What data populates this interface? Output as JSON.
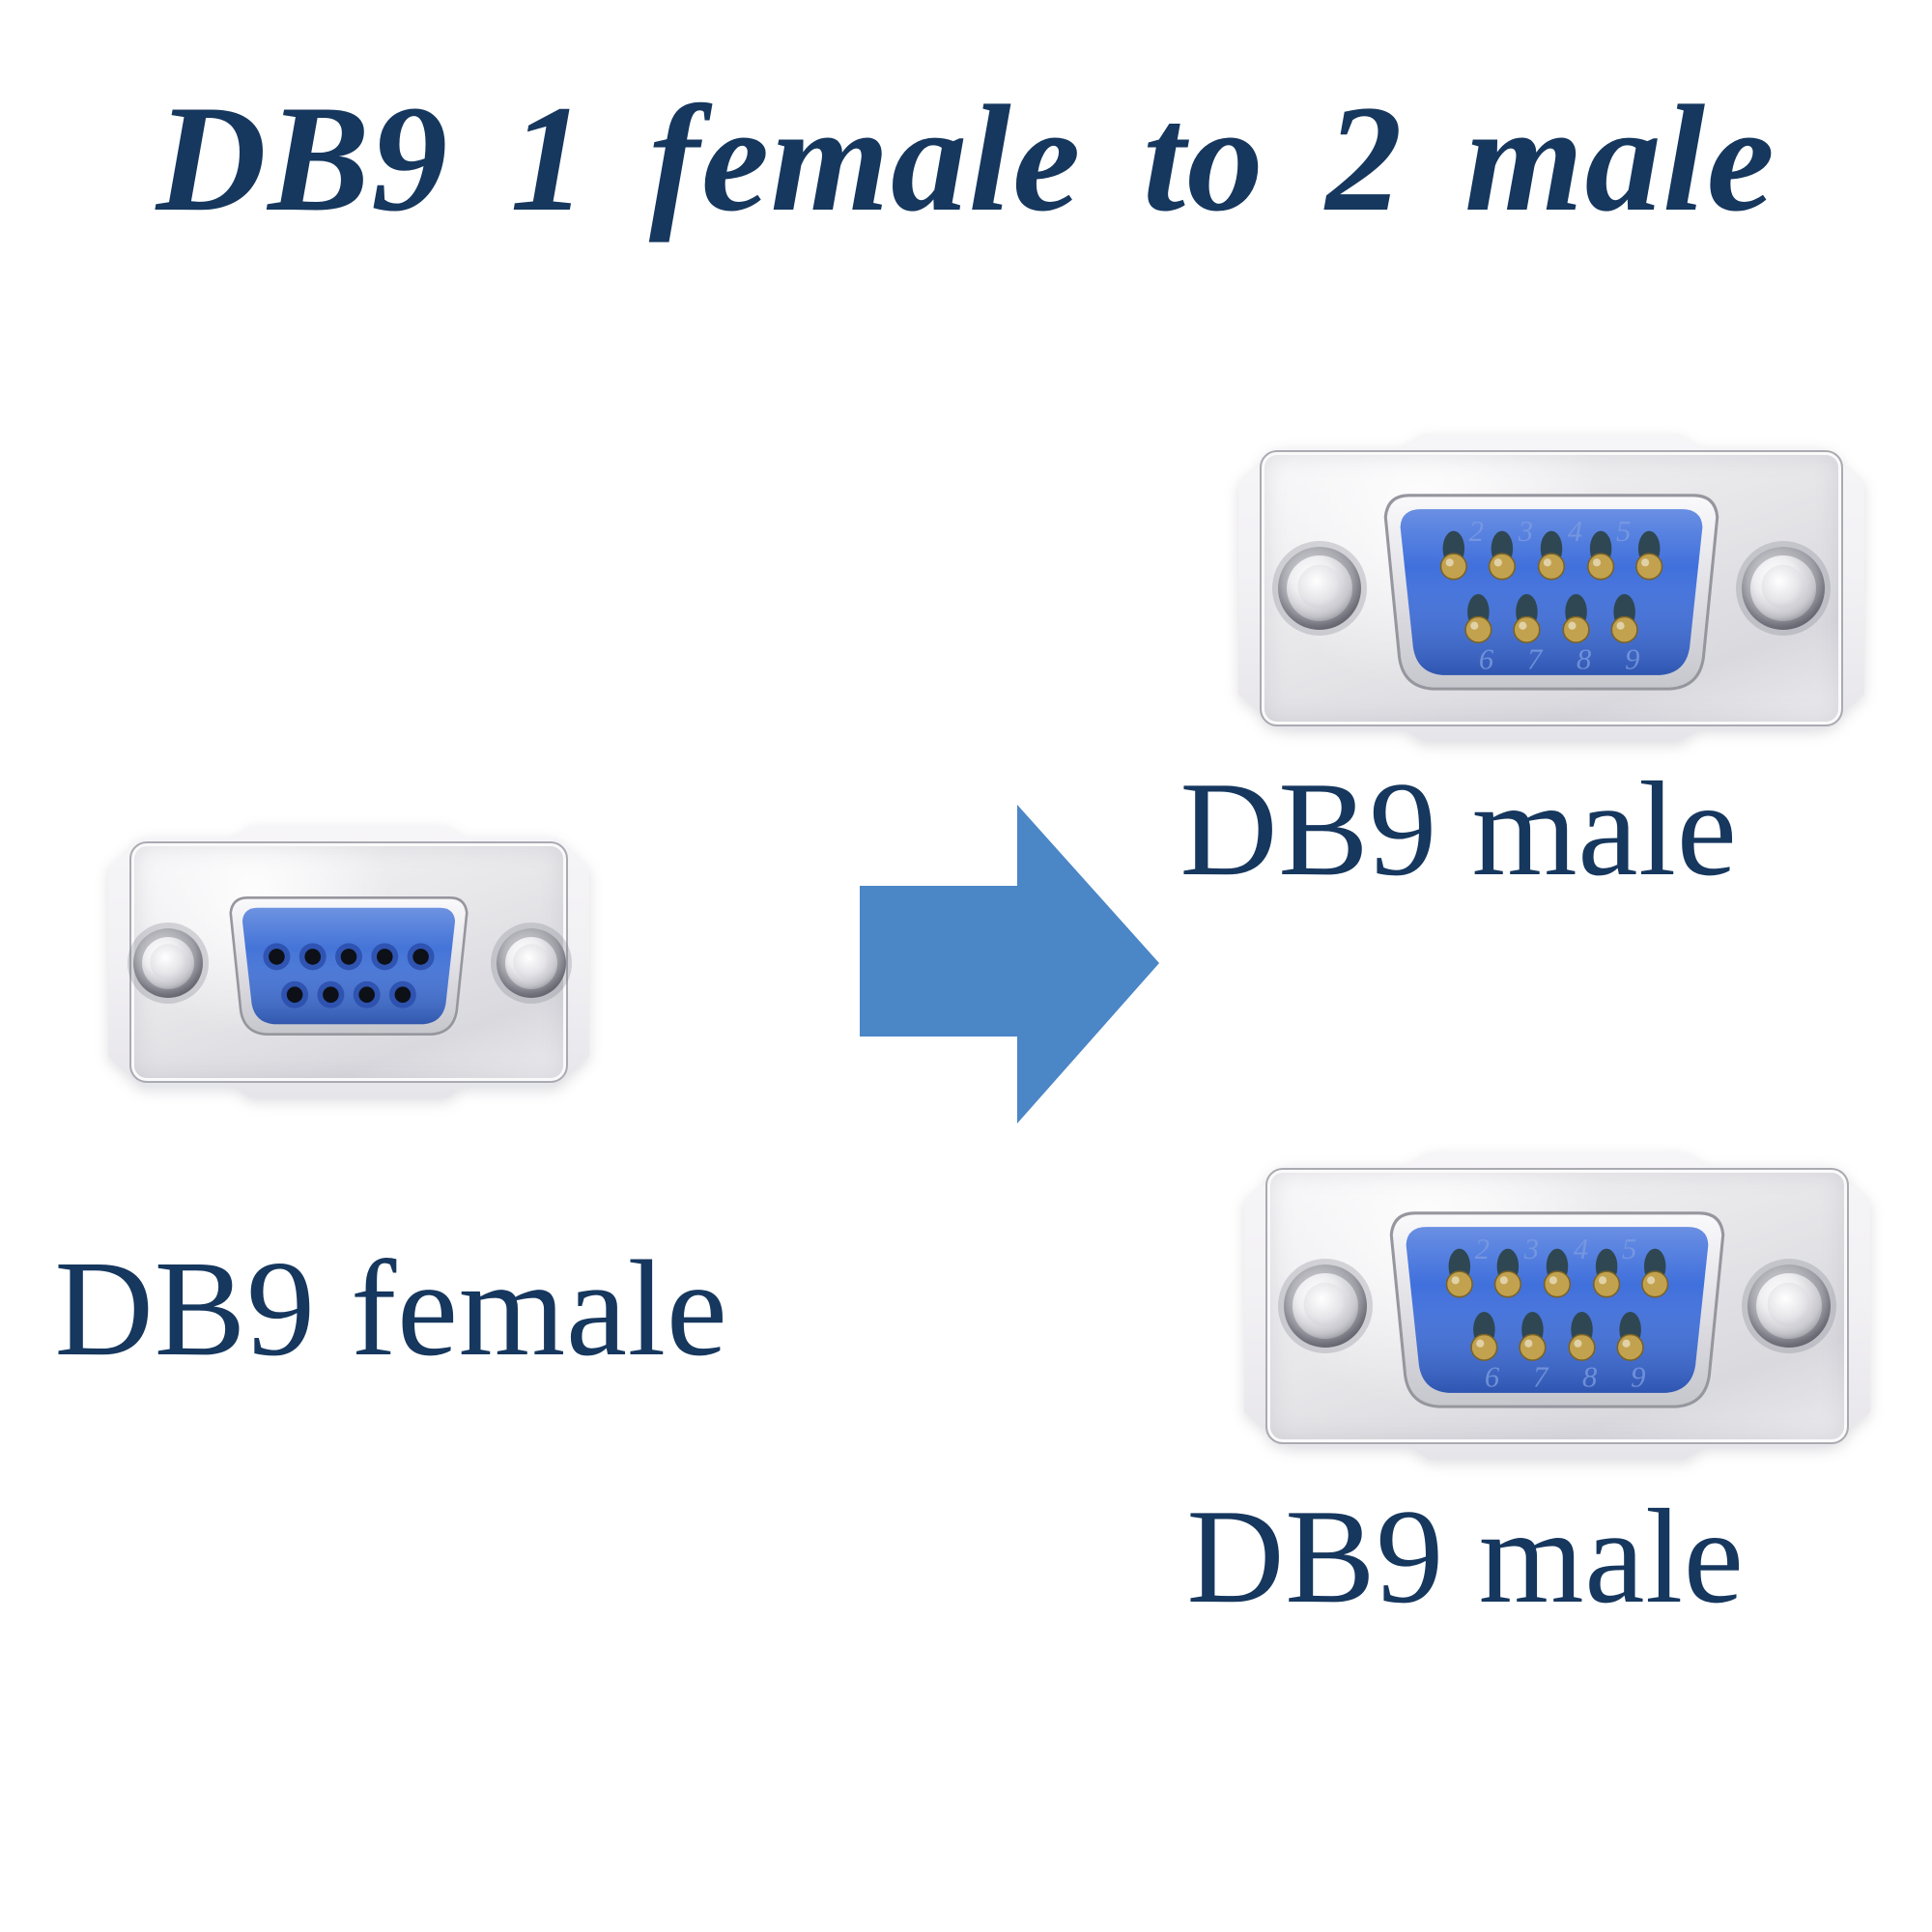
{
  "title": "DB9 1 female to 2 male",
  "connectors": {
    "female": {
      "label": "DB9 female",
      "gender": "female",
      "sockets_top_row": 5,
      "sockets_bottom_row": 4
    },
    "male_top": {
      "label": "DB9 male",
      "gender": "male",
      "pins_top_row": 5,
      "pins_bottom_row": 4,
      "molded_pin_numbers_top": [
        "2",
        "3",
        "4",
        "5"
      ],
      "molded_pin_numbers_bottom": [
        "6",
        "7",
        "8",
        "9"
      ]
    },
    "male_bottom": {
      "label": "DB9 male",
      "gender": "male",
      "pins_top_row": 5,
      "pins_bottom_row": 4,
      "molded_pin_numbers_top": [
        "2",
        "3",
        "4",
        "5"
      ],
      "molded_pin_numbers_bottom": [
        "6",
        "7",
        "8",
        "9"
      ]
    }
  },
  "arrow": {
    "direction": "right"
  },
  "colors": {
    "title_text": "#16375e",
    "arrow_blue": "#4b86c6",
    "female_insert_blue": "#4474d8",
    "male_insert_blue": "#4070dc",
    "pin_gold": "#c2a24e",
    "shell_white": "#f2f1f4",
    "metal_silver": "#e7e7ea"
  }
}
